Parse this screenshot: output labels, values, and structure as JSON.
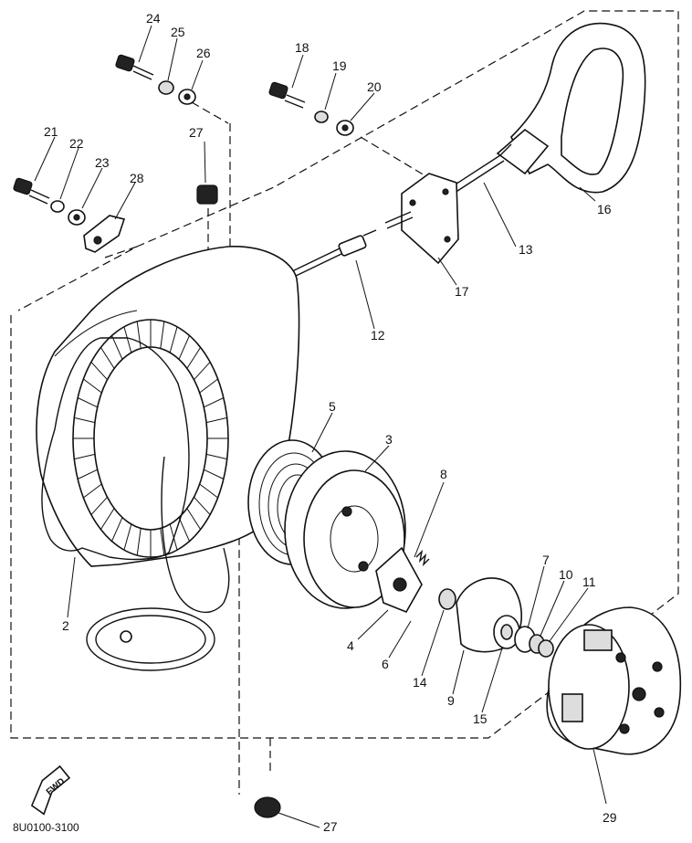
{
  "diagram": {
    "code": "8U0100-3100",
    "fwd_label": "FWD",
    "callouts": {
      "c2": "2",
      "c3": "3",
      "c4": "4",
      "c5": "5",
      "c6": "6",
      "c7": "7",
      "c8": "8",
      "c9": "9",
      "c10": "10",
      "c11": "11",
      "c12": "12",
      "c13": "13",
      "c14": "14",
      "c15": "15",
      "c16": "16",
      "c17": "17",
      "c18": "18",
      "c19": "19",
      "c20": "20",
      "c21": "21",
      "c22": "22",
      "c23": "23",
      "c24": "24",
      "c25": "25",
      "c26": "26",
      "c27a": "27",
      "c27b": "27",
      "c28": "28",
      "c29": "29"
    }
  }
}
